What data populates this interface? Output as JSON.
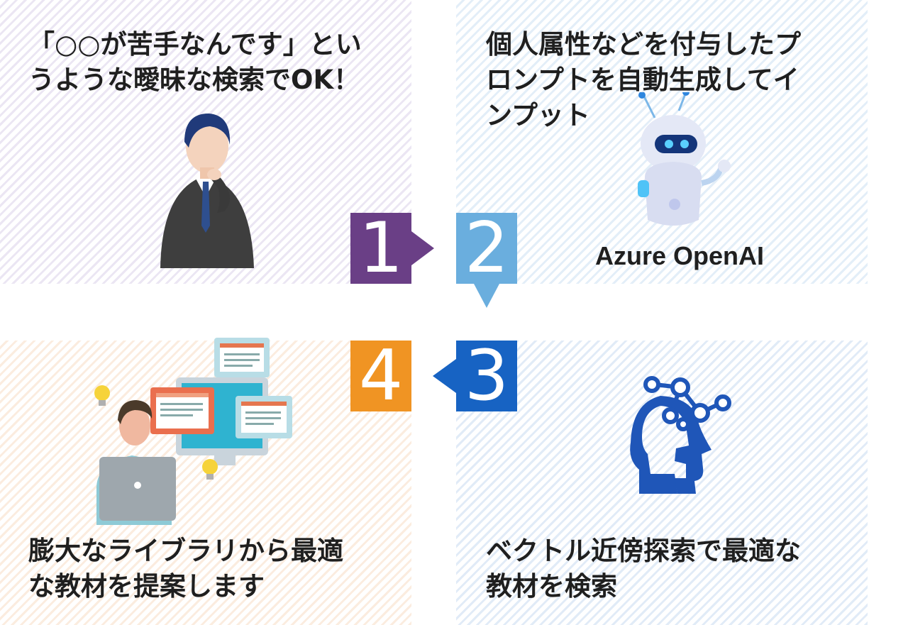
{
  "steps": [
    {
      "number": "1",
      "text": "「○○が苦手なんです」とい\nうような曖昧な検索でOK！",
      "color": "#6a3f86"
    },
    {
      "number": "2",
      "text": "個人属性などを付与したプ\nロンプトを自動生成してイ\nンプット",
      "color": "#6aaede",
      "label": "Azure OpenAI"
    },
    {
      "number": "3",
      "text": "ベクトル近傍探索で最適な\n教材を検索",
      "color": "#1763c3"
    },
    {
      "number": "4",
      "text": "膨大なライブラリから最適\nな教材を提案します",
      "color": "#f09423"
    }
  ]
}
